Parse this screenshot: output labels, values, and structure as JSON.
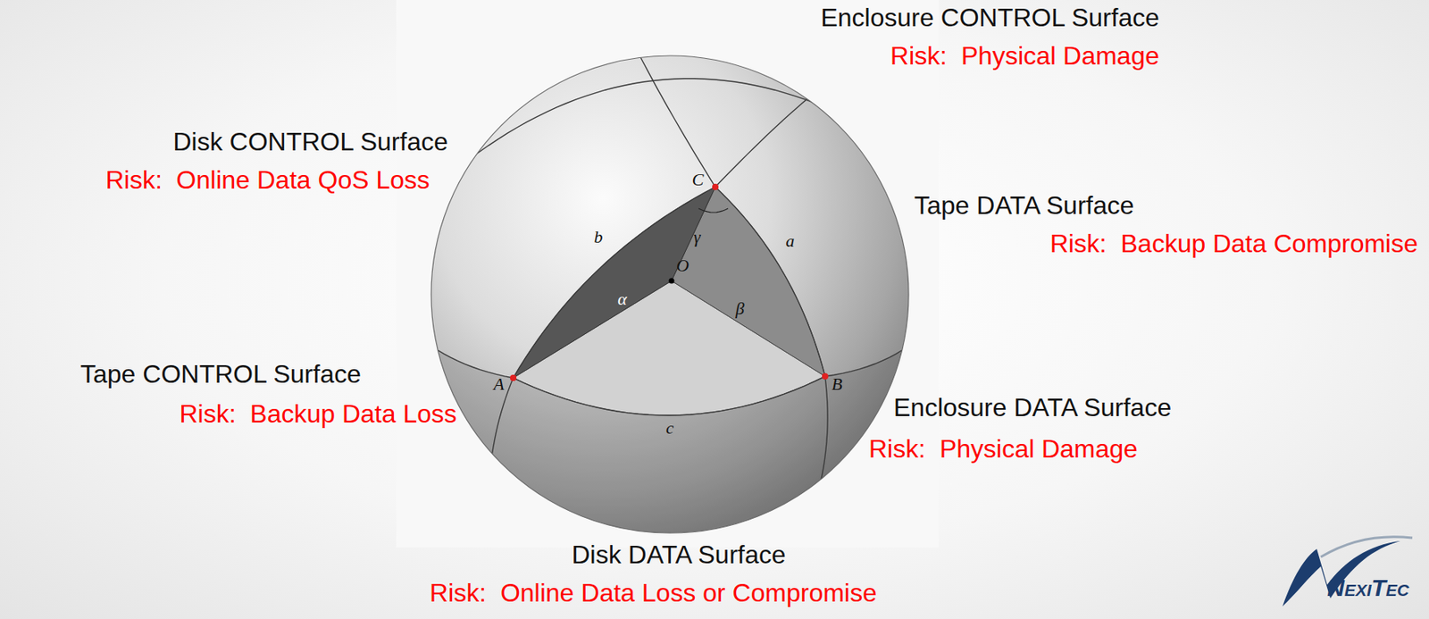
{
  "diagram": {
    "labels": [
      "Enclosure CONTROL Surface",
      "Risk:  Physical Damage",
      "Disk CONTROL Surface",
      "Risk:  Online Data QoS Loss",
      "Tape DATA Surface",
      "Risk:  Backup Data Compromise",
      "C",
      "b",
      "γ",
      "a",
      "O",
      "α",
      "β",
      "Tape CONTROL Surface",
      "Risk:  Backup Data Loss",
      "A",
      "B",
      "Enclosure DATA Surface",
      "Risk:  Physical Damage",
      "c",
      "Disk DATA Surface",
      "Risk:  Online Data Loss or Compromise",
      "NexiTec"
    ]
  }
}
